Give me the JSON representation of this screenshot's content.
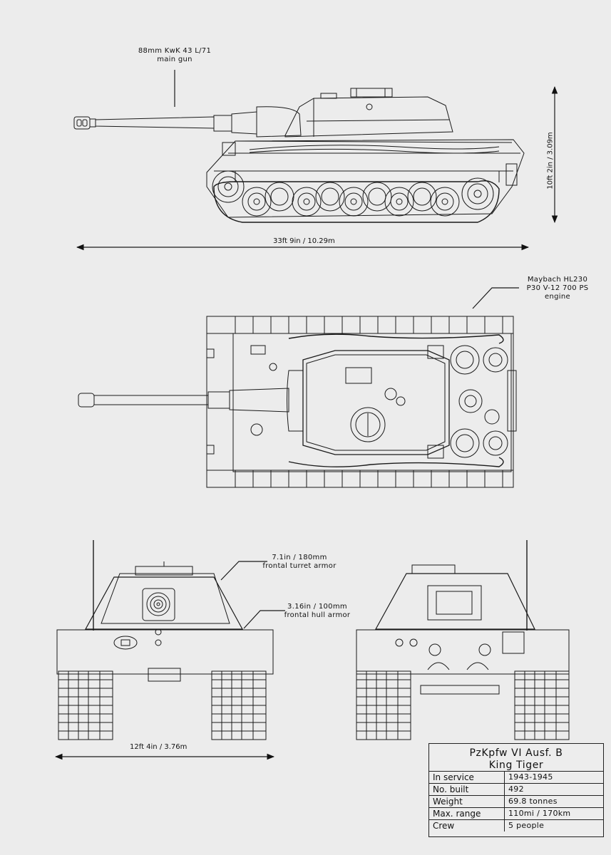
{
  "annotations": {
    "gun": [
      "88mm KwK 43 L/71",
      "main gun"
    ],
    "engine": [
      "Maybach HL230",
      "P30 V-12 700 PS",
      "engine"
    ],
    "turret_armor": [
      "7.1in / 180mm",
      "frontal turret armor"
    ],
    "hull_armor": [
      "3.16in / 100mm",
      "frontal hull armor"
    ]
  },
  "dimensions": {
    "length": "33ft 9in / 10.29m",
    "height": "10ft 2in / 3.09m",
    "width": "12ft 4in / 3.76m"
  },
  "spec": {
    "title_line1": "PzKpfw VI Ausf. B",
    "title_line2": "King Tiger",
    "rows": [
      {
        "label": "In service",
        "value": "1943-1945"
      },
      {
        "label": "No. built",
        "value": "492"
      },
      {
        "label": "Weight",
        "value": "69.8 tonnes"
      },
      {
        "label": "Max. range",
        "value": "110mi / 170km"
      },
      {
        "label": "Crew",
        "value": "5 people"
      }
    ]
  },
  "colors": {
    "background": "#ececec",
    "line": "#1a1a1a"
  }
}
